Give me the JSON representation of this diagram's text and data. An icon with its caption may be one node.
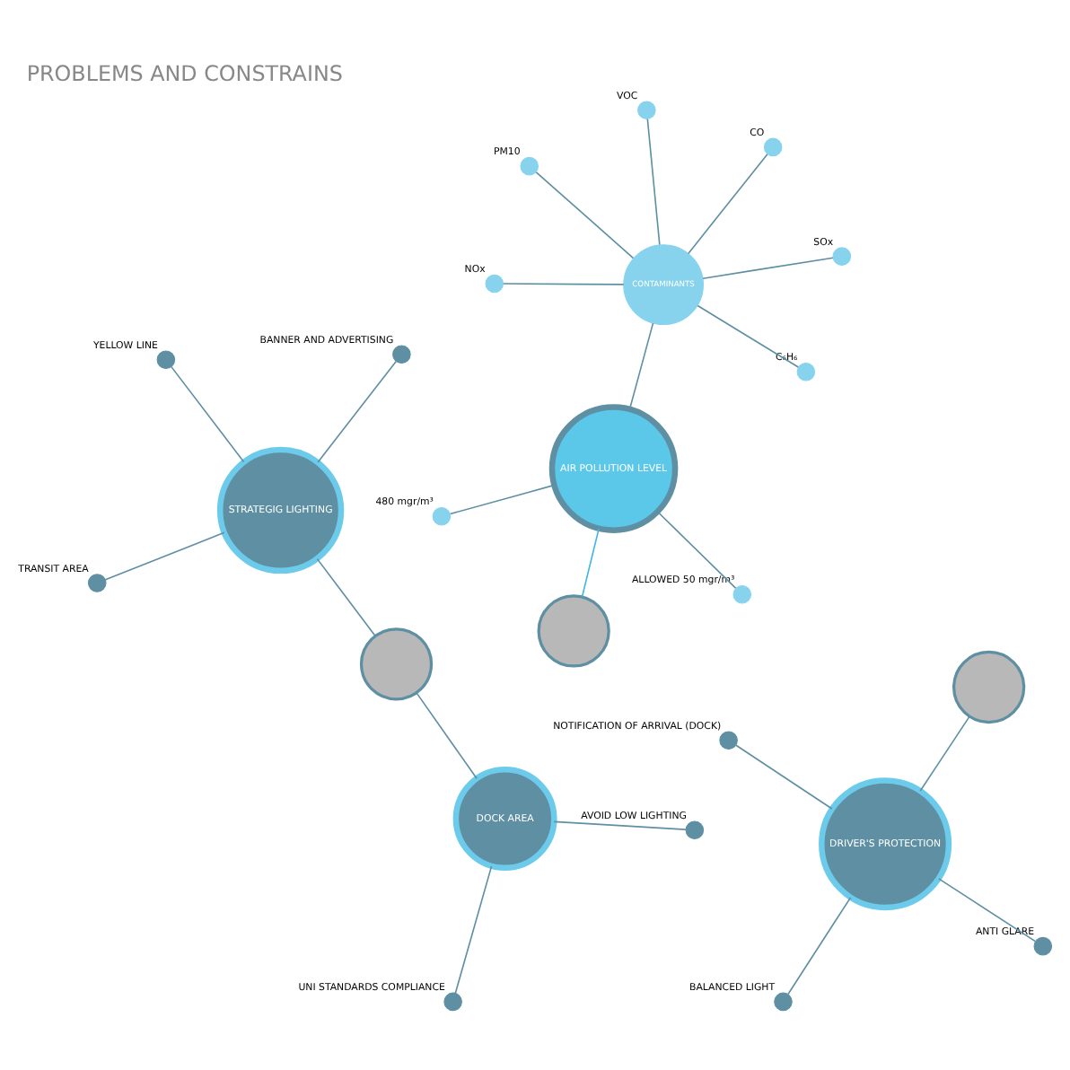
{
  "diagram": {
    "title": "PROBLEMS AND CONSTRAINS",
    "nodes": [
      {
        "text": [
          "AIR POLLUTION LEVEL"
        ]
      },
      {
        "text": [
          "CONTAMINANTS"
        ]
      },
      {
        "text": [
          "C₆H₆"
        ]
      },
      {
        "text": [
          "VOC"
        ]
      },
      {
        "text": [
          "CO"
        ]
      },
      {
        "text": [
          "PM10"
        ]
      },
      {
        "text": [
          "NOx"
        ]
      },
      {
        "text": [
          "SOx"
        ]
      },
      {
        "text": [
          "480 mgr/m³"
        ]
      },
      {
        "text": [
          "ALLOWED 50 mgr/m³"
        ]
      },
      {
        "text": [
          "DRIVER'S PROTECTION"
        ]
      },
      {
        "text": [
          "ANTI GLARE"
        ]
      },
      {
        "text": [
          "BALANCED LIGHT"
        ]
      },
      {
        "text": [
          "NOTIFICATION OF ARRIVAL (DOCK)"
        ]
      },
      {
        "text": [
          "DOCK AREA"
        ]
      },
      {
        "text": [
          "AVOID LOW LIGHTING"
        ]
      },
      {
        "text": [
          "UNI STANDARDS COMPLIANCE"
        ]
      },
      {
        "text": [
          "STRATEGIG LIGHTING"
        ]
      },
      {
        "text": [
          "BANNER AND ADVERTISING"
        ]
      },
      {
        "text": [
          "YELLOW LINE"
        ]
      },
      {
        "text": [
          "TRANSIT AREA"
        ]
      },
      {
        "text": [],
        "shape": "circle"
      },
      {
        "text": [],
        "shape": "circle"
      },
      {
        "text": [],
        "shape": "circle"
      }
    ],
    "edges": [
      {
        "from": 1,
        "to": 0,
        "arrow": "none"
      },
      {
        "from": 2,
        "to": 1,
        "arrow": "none"
      },
      {
        "from": 3,
        "to": 1,
        "arrow": "none"
      },
      {
        "from": 4,
        "to": 1,
        "arrow": "none"
      },
      {
        "from": 5,
        "to": 1,
        "arrow": "none"
      },
      {
        "from": 6,
        "to": 1,
        "arrow": "none"
      },
      {
        "from": 7,
        "to": 1,
        "arrow": "none"
      },
      {
        "from": 8,
        "to": 0,
        "arrow": "none"
      },
      {
        "from": 9,
        "to": 0,
        "arrow": "none"
      },
      {
        "from": 11,
        "to": 10,
        "arrow": "none"
      },
      {
        "from": 12,
        "to": 10,
        "arrow": "none"
      },
      {
        "from": 13,
        "to": 10,
        "arrow": "none"
      },
      {
        "from": 14,
        "to": 15,
        "arrow": "none"
      },
      {
        "from": 14,
        "to": 16,
        "arrow": "none"
      },
      {
        "from": 17,
        "to": 18,
        "arrow": "none"
      },
      {
        "from": 17,
        "to": 19,
        "arrow": "none"
      },
      {
        "from": 17,
        "to": 20,
        "arrow": "none"
      },
      {
        "from": 0,
        "to": 21,
        "arrow": "none",
        "color": "#45b6e3"
      },
      {
        "from": 14,
        "to": 22,
        "arrow": "none"
      },
      {
        "from": 17,
        "to": 22,
        "arrow": "none"
      },
      {
        "from": 10,
        "to": 23,
        "arrow": "none"
      }
    ]
  }
}
